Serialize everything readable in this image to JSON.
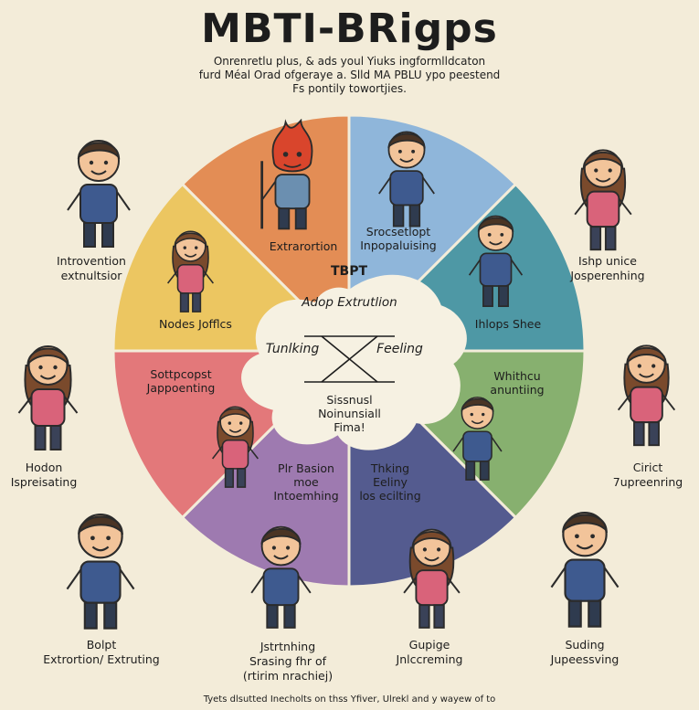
{
  "title": "MBTI-BRigps",
  "subtitle": [
    "Onrenretlu plus, & ads youl Yiuks ingformlldcaton",
    "furd Méal Orad ofgeraye a. Slld MA PBLU ypo peestend",
    "Fs pontily towortjies."
  ],
  "segments": [
    {
      "label": [
        "Extrarortion"
      ],
      "color": "#e38d55"
    },
    {
      "label": [
        "Srocsetlopt",
        "Inpopaluising"
      ],
      "color": "#8fb6da"
    },
    {
      "label": [
        "Ihlops Shee"
      ],
      "color": "#4e98a5"
    },
    {
      "label": [
        "Whithcu",
        "anuntiing"
      ],
      "color": "#87b06f"
    },
    {
      "label": [
        "Thking",
        "Eeliny",
        "los ecilting"
      ],
      "color": "#545b8f"
    },
    {
      "label": [
        "Plr Basion",
        "moe",
        "Intoemhing"
      ],
      "color": "#9e7ab0"
    },
    {
      "label": [
        "Sottpcopst",
        "Jappoenting"
      ],
      "color": "#e3787a"
    },
    {
      "label": [
        "Nodes Jofflcs"
      ],
      "color": "#ecc661"
    }
  ],
  "center": {
    "top": "TBPT",
    "second": "Adop Extrutlion",
    "left": "Tunlking",
    "right": "Feeling",
    "bottom": [
      "Sissnusl",
      "Noinunsiall",
      "Fima!"
    ]
  },
  "outer_labels": [
    [
      "Introvention",
      "extnultsior"
    ],
    [
      "Ishp unice",
      "Josperenhing"
    ],
    [
      "Hodon",
      "Ispreisating"
    ],
    [
      "Cirict",
      "7upreenring"
    ],
    [
      "Bolpt",
      "Extrortion/ Extruting"
    ],
    [
      "Jstrtnhing",
      "Srasing fhr of",
      "(rtirim nrachiej)"
    ],
    [
      "Gupige",
      "Jnlccreming"
    ],
    [
      "Suding",
      "Jupeessving"
    ]
  ],
  "footer": "Tyets dlsutted Inecholts on thss Yfiver, Ulrekl and y wayew of to",
  "colors": {
    "background": "#f3ecd9",
    "center": "#f6f1e2",
    "skin": "#f2c49a",
    "hair": "#4a3424",
    "outline": "#2b2b2b"
  }
}
